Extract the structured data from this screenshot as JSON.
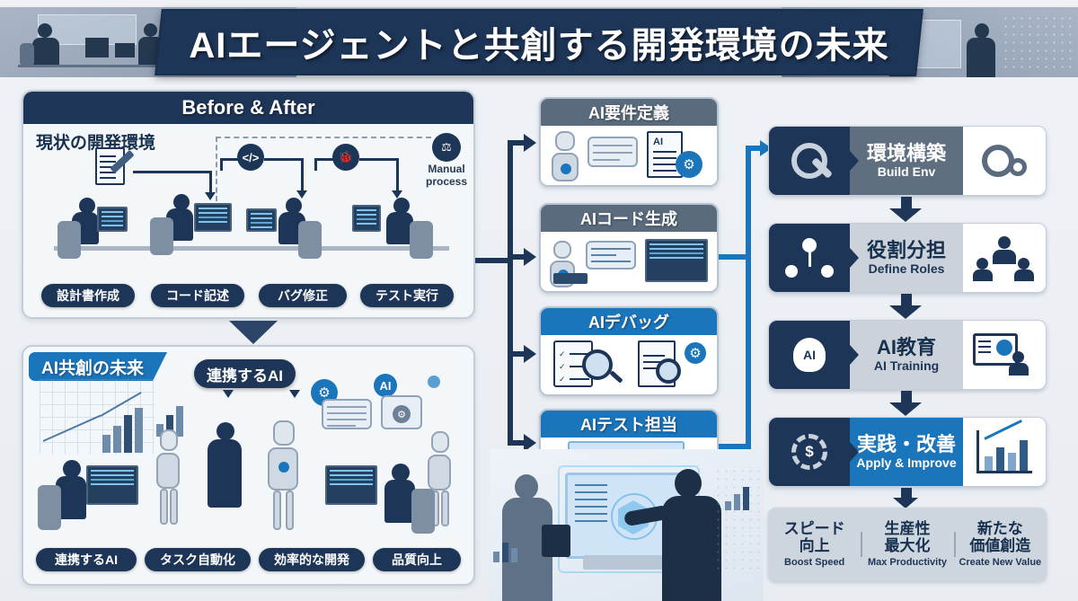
{
  "header": {
    "title": "AIエージェントと共創する開発環境の未来",
    "banner_left_icon": "office-workers-silhouette",
    "banner_right_icon": "holographic-presentation-silhouette"
  },
  "before_panel": {
    "header": "Before & After",
    "section_label": "現状の開発環境",
    "manual_note_line1": "Manual",
    "manual_note_line2": "process",
    "icons": [
      "document-pencil-icon",
      "code-brackets-icon",
      "bug-icon",
      "scales-icon"
    ],
    "stages": [
      {
        "label": "設計書作成"
      },
      {
        "label": "コード記述"
      },
      {
        "label": "バグ修正"
      },
      {
        "label": "テスト実行"
      }
    ]
  },
  "future_panel": {
    "tab_label": "AI共創の未来",
    "callout": "連携するAI",
    "stages": [
      {
        "label": "連携するAI"
      },
      {
        "label": "タスク自動化"
      },
      {
        "label": "効率的な開発"
      },
      {
        "label": "品質向上"
      }
    ]
  },
  "middle_cards": [
    {
      "title": "AI要件定義",
      "head_color": "#5a6b7d",
      "icons": [
        "robot-icon",
        "speech-bubble-icon",
        "ai-document-icon",
        "gear-icon"
      ]
    },
    {
      "title": "AIコード生成",
      "head_color": "#5a6b7d",
      "icons": [
        "robot-laptop-icon",
        "speech-bubble-icon",
        "code-monitor-icon"
      ]
    },
    {
      "title": "AIデバッグ",
      "head_color": "#1b75bb",
      "icons": [
        "checklist-icon",
        "magnifier-icon",
        "bug-report-icon",
        "gear-icon"
      ]
    },
    {
      "title": "AIテスト担当",
      "head_color": "#1b75bb",
      "icons": [
        "test-dashboard-icon"
      ]
    }
  ],
  "right_rows": [
    {
      "jp": "環境構築",
      "en": "Build Env",
      "mid_bg": "#5f6f80",
      "jp_color": "#ffffff",
      "en_color": "#ffffff",
      "left_icon": "gear-wrench-icon",
      "right_icon": "gears-wrench-icon"
    },
    {
      "jp": "役割分担",
      "en": "Define Roles",
      "mid_bg": "#cbd2da",
      "jp_color": "#16304d",
      "en_color": "#1d3557",
      "left_icon": "team-network-icon",
      "right_icon": "team-people-icon"
    },
    {
      "jp": "AI教育",
      "en": "AI Training",
      "mid_bg": "#cbd2da",
      "jp_color": "#16304d",
      "en_color": "#1d3557",
      "left_icon": "ai-brain-icon",
      "right_icon": "monitor-person-icon"
    },
    {
      "jp": "実践・改善",
      "en": "Apply & Improve",
      "mid_bg": "#1b75bb",
      "jp_color": "#ffffff",
      "en_color": "#ffffff",
      "left_icon": "refresh-cycle-icon",
      "right_icon": "growth-chart-icon"
    }
  ],
  "benefits": [
    {
      "jp_line1": "スピード",
      "jp_line2": "向上",
      "en": "Boost Speed"
    },
    {
      "jp_line1": "生産性",
      "jp_line2": "最大化",
      "en": "Max Productivity"
    },
    {
      "jp_line1": "新たな",
      "jp_line2": "価値創造",
      "en": "Create New Value"
    }
  ],
  "photo_center": {
    "icon": "people-holographic-monitor"
  },
  "colors": {
    "navy": "#1d3557",
    "blue": "#1b75bb",
    "gray_head": "#5a6b7d",
    "panel_bg": "#f4f7fa",
    "page_bg": "#eef1f5"
  }
}
